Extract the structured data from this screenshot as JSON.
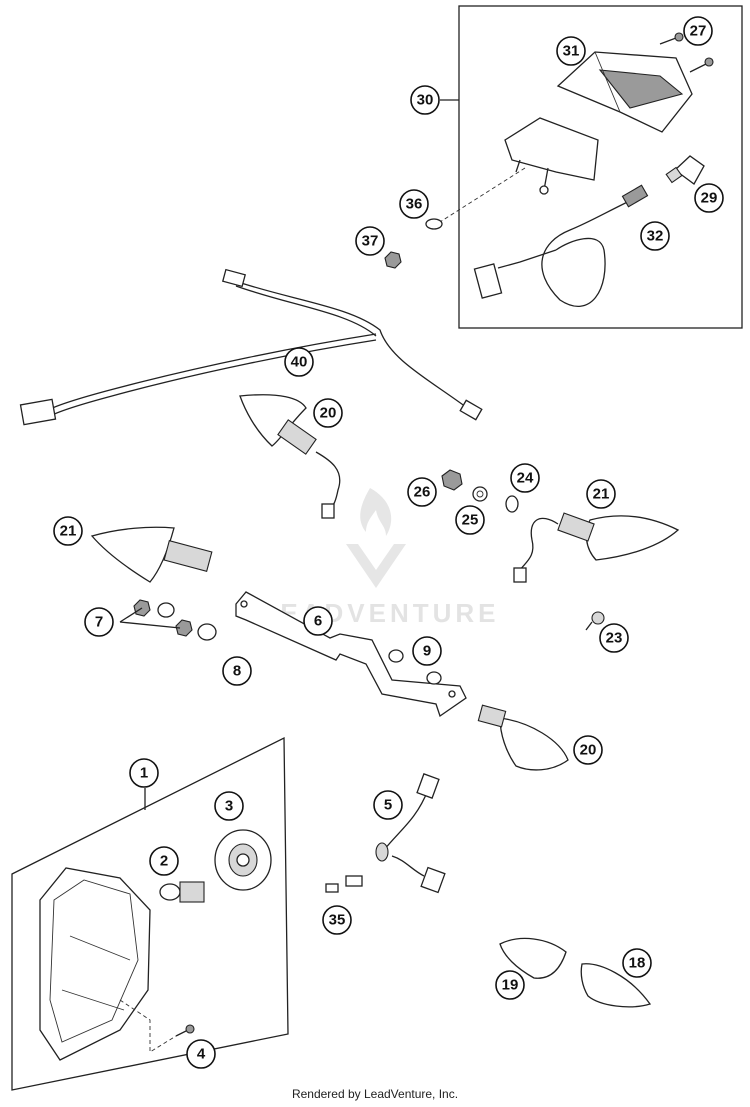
{
  "watermark": {
    "text": "LEADVENTURE"
  },
  "footer": {
    "text": "Rendered by LeadVenture, Inc."
  },
  "callouts": {
    "c1": "1",
    "c2": "2",
    "c3": "3",
    "c4": "4",
    "c5": "5",
    "c6": "6",
    "c7": "7",
    "c8": "8",
    "c9": "9",
    "c18": "18",
    "c19": "19",
    "c20a": "20",
    "c20b": "20",
    "c21a": "21",
    "c21b": "21",
    "c23": "23",
    "c24": "24",
    "c25": "25",
    "c26": "26",
    "c27": "27",
    "c29": "29",
    "c30": "30",
    "c31": "31",
    "c32": "32",
    "c35": "35",
    "c36": "36",
    "c37": "37",
    "c40": "40"
  }
}
